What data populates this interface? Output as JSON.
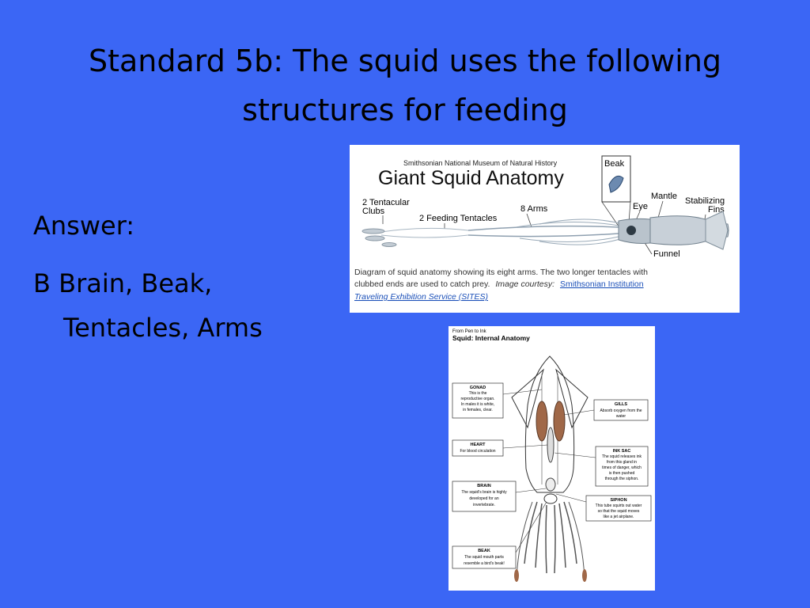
{
  "slide": {
    "title_line1": "Standard 5b: The squid uses the following",
    "title_line2": "structures for feeding",
    "answer_label": "Answer:",
    "answer_line1": "B  Brain, Beak,",
    "answer_line2": "Tentacles, Arms"
  },
  "figure1": {
    "museum": "Smithsonian National Museum of Natural History",
    "heading": "Giant Squid Anatomy",
    "labels": {
      "beak": "Beak",
      "mantle": "Mantle",
      "eye": "Eye",
      "stabilizing": "Stabilizing",
      "fins": "Fins",
      "tentacular": "2 Tentacular",
      "clubs": "Clubs",
      "feeding": "2 Feeding Tentacles",
      "arms": "8 Arms",
      "funnel": "Funnel"
    },
    "caption_line1": "Diagram of squid anatomy showing its eight arms. The two longer tentacles with",
    "caption_line2a": "clubbed ends are used to catch prey.",
    "caption_italic": "Image courtesy:",
    "caption_link1": "Smithsonian Institution",
    "caption_link2": "Traveling Exhibition Service (SITES)"
  },
  "figure2": {
    "source": "From Pen to Ink",
    "heading": "Squid: Internal Anatomy",
    "boxes": {
      "gonad": [
        "GONAD",
        "This is the",
        "reproductive organ.",
        "In males it is white,",
        "in females, clear."
      ],
      "gills": [
        "GILLS",
        "Absorb oxygen from the",
        "water"
      ],
      "heart": [
        "HEART",
        "For blood circulation"
      ],
      "inksac": [
        "INK SAC",
        "The squid releases ink",
        "from this gland in",
        "times of danger, which",
        "is then pushed",
        "through the siphon."
      ],
      "brain": [
        "BRAIN",
        "The squid's brain is highly",
        "developed for an",
        "invertebrate."
      ],
      "siphon": [
        "SIPHON",
        "This tube squirts out water",
        "so that the squid moves",
        "like a jet airplane."
      ],
      "beak": [
        "BEAK",
        "The squid mouth parts",
        "resemble a bird's beak!"
      ]
    }
  },
  "colors": {
    "background": "#3b66f5",
    "link": "#1a4fb8"
  }
}
